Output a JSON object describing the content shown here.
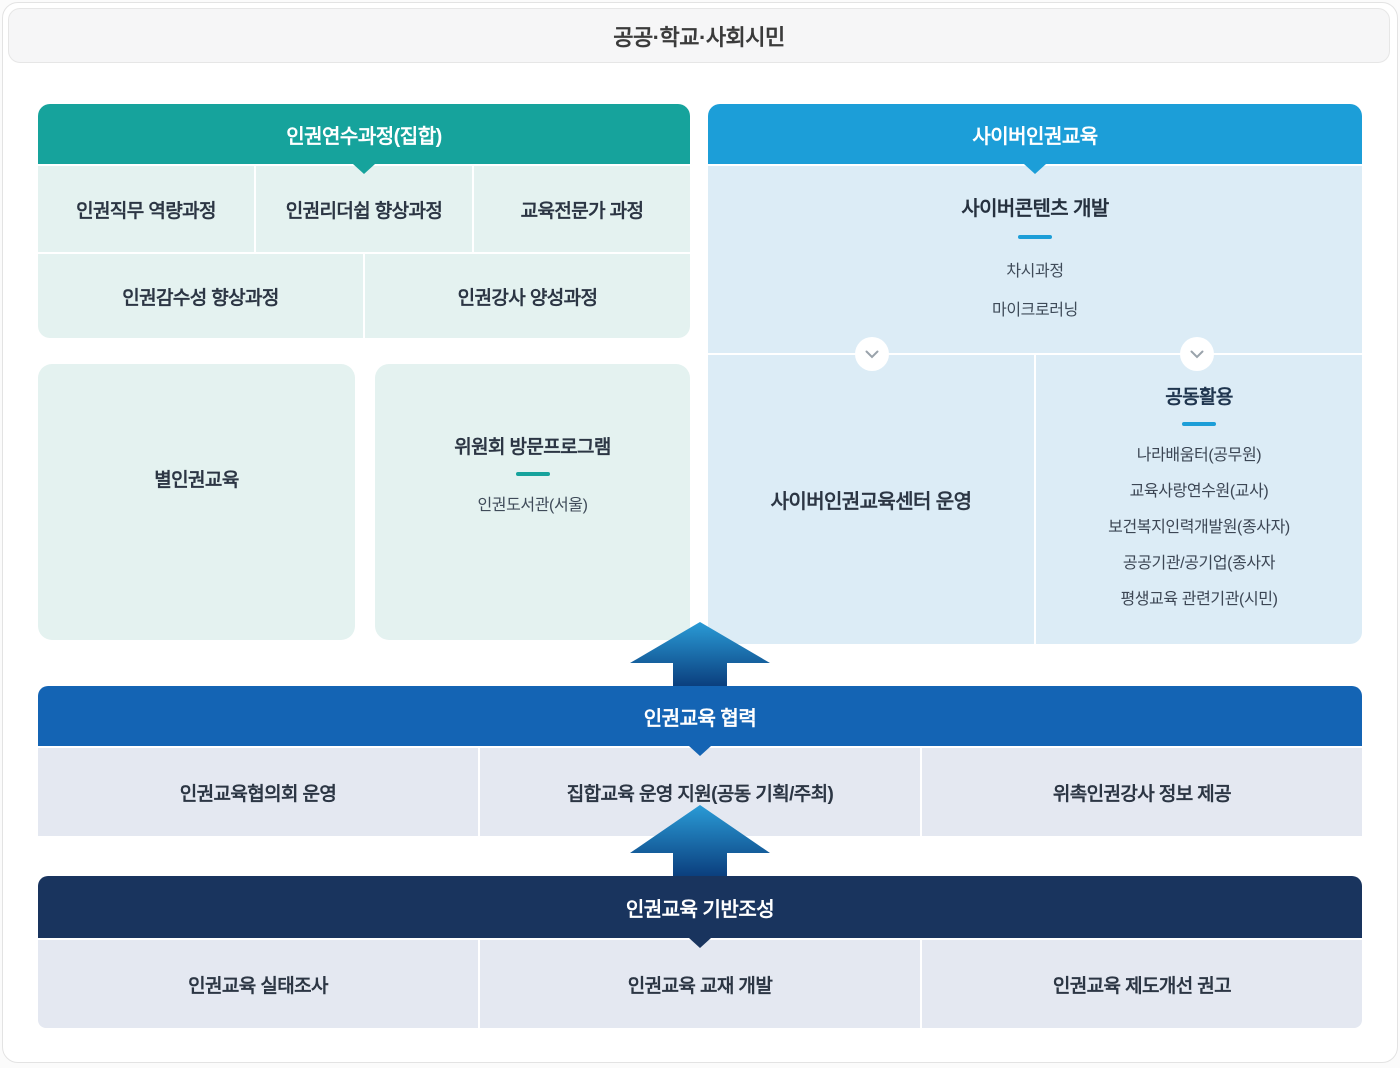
{
  "banner": {
    "title": "공공·학교·사회시민"
  },
  "palette": {
    "teal": "#16a39c",
    "teal_light": "#e4f2f0",
    "cyber_blue": "#1c9ed8",
    "cyber_blue_light": "#dcecf6",
    "coop_blue": "#1464b4",
    "base_navy": "#19345e",
    "row_gray": "#e4e8f1",
    "arrow_gradient_top": "#2a9bd6",
    "arrow_gradient_bottom": "#0b3f7e"
  },
  "training_block": {
    "header": "인권연수과정(집합)",
    "row1": [
      "인권직무 역량과정",
      "인권리더쉽 향상과정",
      "교육전문가 과정"
    ],
    "row2": [
      "인권감수성 향상과정",
      "인권강사 양성과정"
    ]
  },
  "star_box": {
    "label": "별인권교육"
  },
  "visit_box": {
    "title": "위원회 방문프로그램",
    "item": "인권도서관(서울)"
  },
  "cyber_block": {
    "header": "사이버인권교육",
    "dev_title": "사이버콘텐츠 개발",
    "dev_items": [
      "차시과정",
      "마이크로러닝"
    ],
    "center_cell": "사이버인권교육센터 운영",
    "share_title": "공동활용",
    "share_items": [
      "나라배움터(공무원)",
      "교육사랑연수원(교사)",
      "보건복지인력개발원(종사자)",
      "공공기관/공기업(종사자",
      "평생교육 관련기관(시민)"
    ]
  },
  "coop": {
    "header": "인권교육 협력",
    "cells": [
      "인권교육협의회 운영",
      "집합교육 운영 지원(공동 기획/주최)",
      "위촉인권강사 정보 제공"
    ]
  },
  "base": {
    "header": "인권교육 기반조성",
    "cells": [
      "인권교육 실태조사",
      "인권교육 교재 개발",
      "인권교육 제도개선 권고"
    ]
  }
}
